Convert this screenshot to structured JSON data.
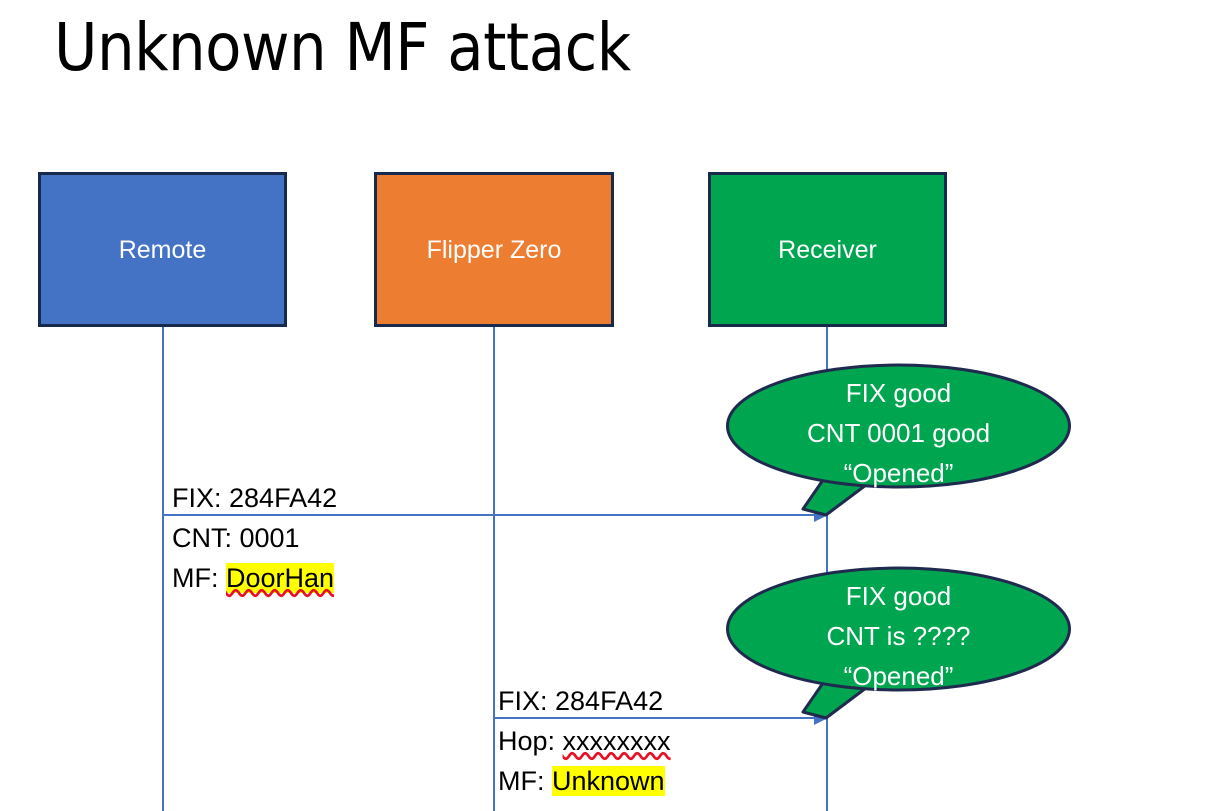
{
  "slide": {
    "title": "Unknown MF attack",
    "background": "#ffffff"
  },
  "colors": {
    "remote_fill": "#4472C4",
    "flipper_fill": "#ED7D31",
    "receiver_fill": "#00A550",
    "box_border": "#17294D",
    "lifeline": "#4472C4",
    "callout_fill": "#00A550",
    "callout_border": "#1F2A4E",
    "highlight": "#FFFF00",
    "spellcheck_underline": "#E81123",
    "text_dark": "#000000",
    "text_light": "#FFFFFF"
  },
  "actors": [
    {
      "id": "remote",
      "label": "Remote"
    },
    {
      "id": "flipper",
      "label": "Flipper Zero"
    },
    {
      "id": "receiver",
      "label": "Receiver"
    }
  ],
  "messages": [
    {
      "id": "msg-1",
      "from": "remote",
      "to": "receiver",
      "lines": [
        {
          "prefix": "FIX: ",
          "value": "284FA42",
          "highlight": false,
          "spellcheck": false
        },
        {
          "prefix": "CNT: ",
          "value": "0001",
          "highlight": false,
          "spellcheck": false
        },
        {
          "prefix": "MF: ",
          "value": "DoorHan",
          "highlight": true,
          "spellcheck": true
        }
      ]
    },
    {
      "id": "msg-2",
      "from": "flipper",
      "to": "receiver",
      "lines": [
        {
          "prefix": "FIX: ",
          "value": "284FA42",
          "highlight": false,
          "spellcheck": false
        },
        {
          "prefix": "Hop: ",
          "value": "xxxxxxxx",
          "highlight": false,
          "spellcheck": true
        },
        {
          "prefix": "MF: ",
          "value": "Unknown",
          "highlight": true,
          "spellcheck": false
        }
      ]
    }
  ],
  "callouts": [
    {
      "id": "callout-1",
      "anchor": "receiver",
      "lines": [
        "FIX good",
        "CNT 0001 good",
        "“Opened”"
      ]
    },
    {
      "id": "callout-2",
      "anchor": "receiver",
      "lines": [
        "FIX good",
        "CNT is ????",
        "“Opened”"
      ]
    }
  ]
}
